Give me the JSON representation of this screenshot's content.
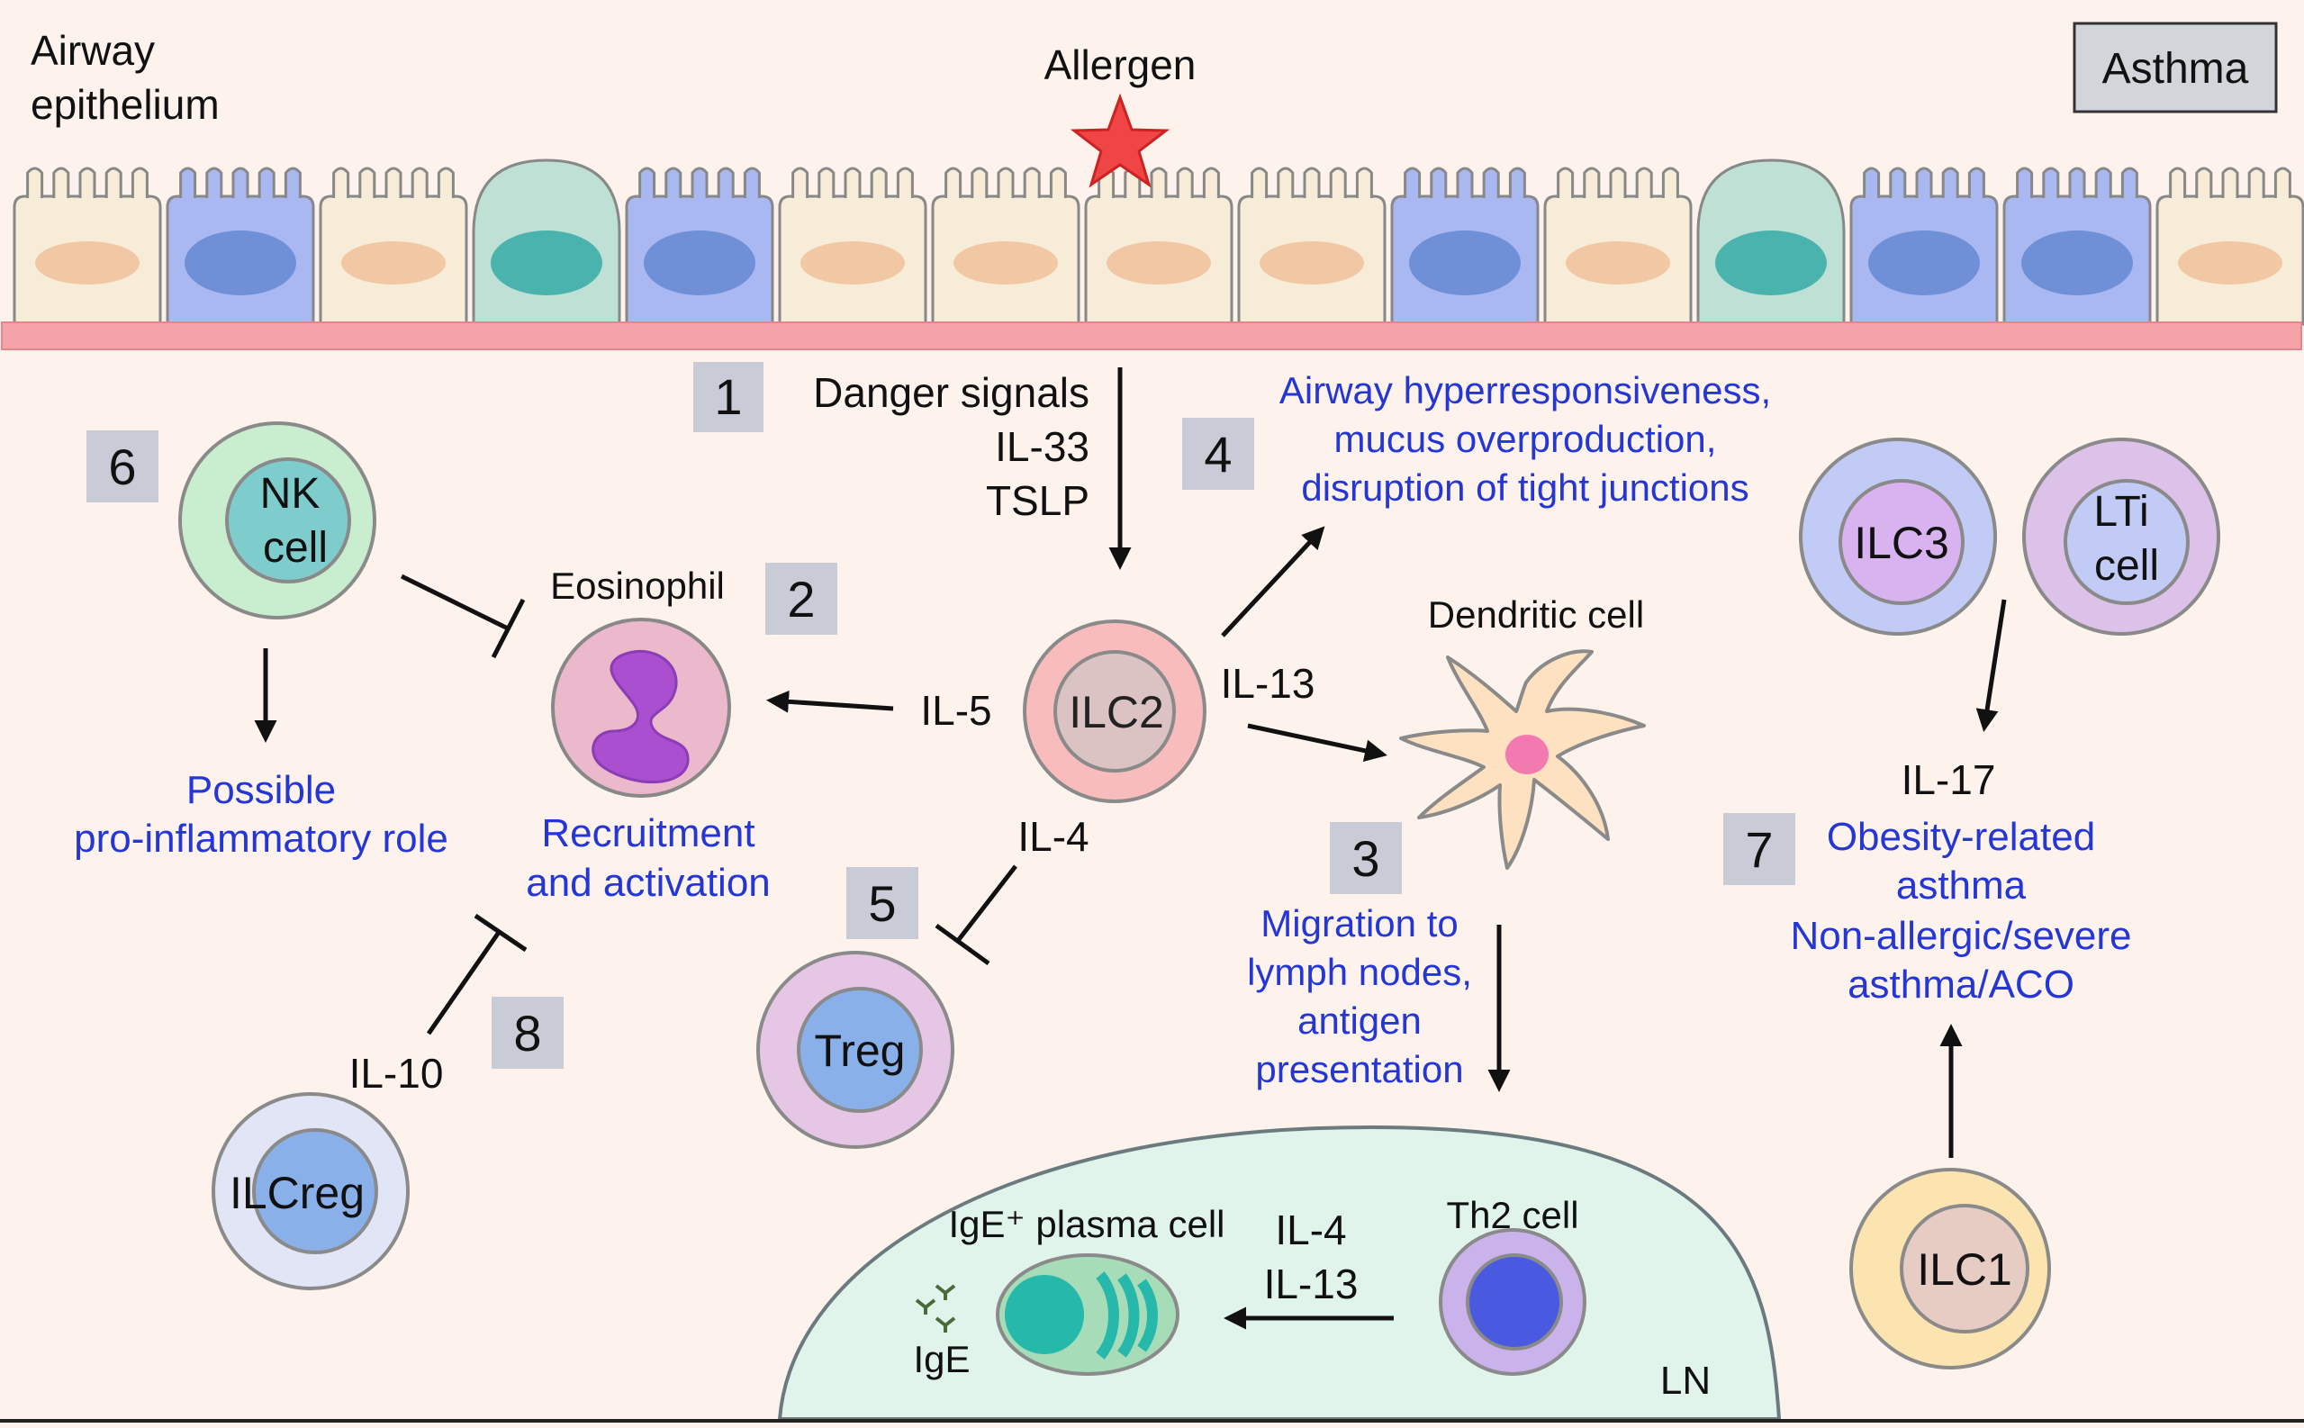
{
  "title_box": "Asthma",
  "epithelium_label": [
    "Airway",
    "epithelium"
  ],
  "allergen_label": "Allergen",
  "steps": [
    "1",
    "2",
    "3",
    "4",
    "5",
    "6",
    "7",
    "8"
  ],
  "signals": [
    "Danger signals",
    "IL-33",
    "TSLP"
  ],
  "cells": {
    "ilc2": "ILC2",
    "eosinophil": "Eosinophil",
    "nk": [
      "NK",
      "cell"
    ],
    "treg": "Treg",
    "ilcreg": "ILCreg",
    "dendritic": "Dendritic cell",
    "ilc3": "ILC3",
    "lti": [
      "LTi",
      "cell"
    ],
    "ilc1": "ILC1",
    "th2": "Th2 cell",
    "plasma": "IgE⁺ plasma cell",
    "ige": "IgE",
    "ln": "LN"
  },
  "cytokines": {
    "il5": "IL-5",
    "il13": "IL-13",
    "il4": "IL-4",
    "il10": "IL-10",
    "il17": "IL-17",
    "ln_il4": "IL-4",
    "ln_il13": "IL-13"
  },
  "effects": {
    "airway": [
      "Airway hyperresponsiveness,",
      "mucus overproduction,",
      "disruption of tight junctions"
    ],
    "nk_role": [
      "Possible",
      "pro-inflammatory role"
    ],
    "eos_role": [
      "Recruitment",
      "and activation"
    ],
    "migration": [
      "Migration to",
      "lymph nodes,",
      "antigen",
      "presentation"
    ],
    "ilc3_role": [
      "Obesity-related",
      "asthma",
      "Non-allergic/severe",
      "asthma/ACO"
    ]
  },
  "colors": {
    "background": "#fdf3ec",
    "effect_text": "#2436d6",
    "step_box": "#c9ccd6",
    "basement_membrane": "#f4a3a8",
    "allergen": "#f04545"
  }
}
